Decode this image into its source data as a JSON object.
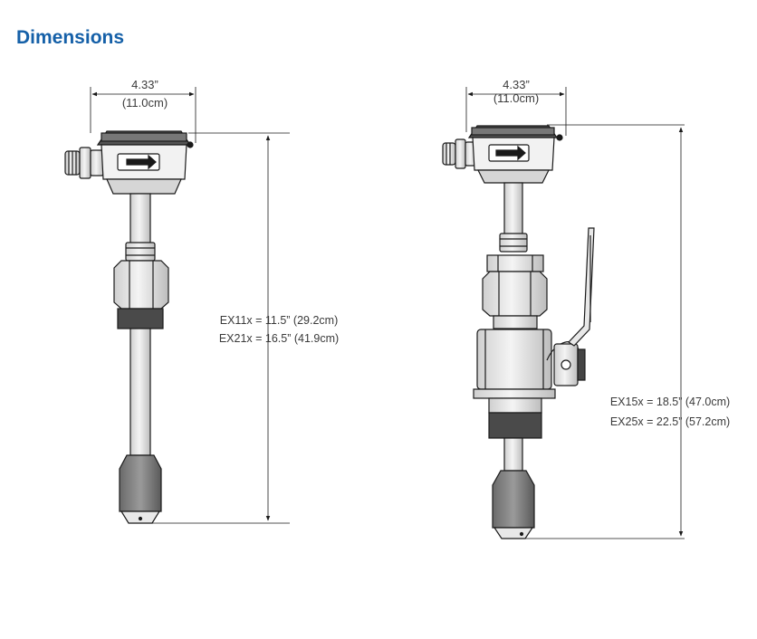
{
  "page": {
    "title": "Dimensions",
    "title_color": "#1560a8"
  },
  "meter_left": {
    "width_label_in": "4.33”",
    "width_label_cm": "(11.0cm)",
    "height_labels": [
      "EX11x = 11.5” (29.2cm)",
      "EX21x = 16.5” (41.9cm)"
    ],
    "label_text": "EX11x = 11.5” (29.2cm)"
  },
  "meter_right": {
    "width_label_in": "4.33”",
    "width_label_cm": "(11.0cm)",
    "height_labels": [
      "EX15x = 18.5” (47.0cm)",
      "EX25x = 22.5” (57.2cm)"
    ]
  },
  "colors": {
    "line": "#1a1a1a",
    "body_fill": "#e6e6e6",
    "dark_fill": "#555555",
    "text": "#3a3a3a"
  }
}
